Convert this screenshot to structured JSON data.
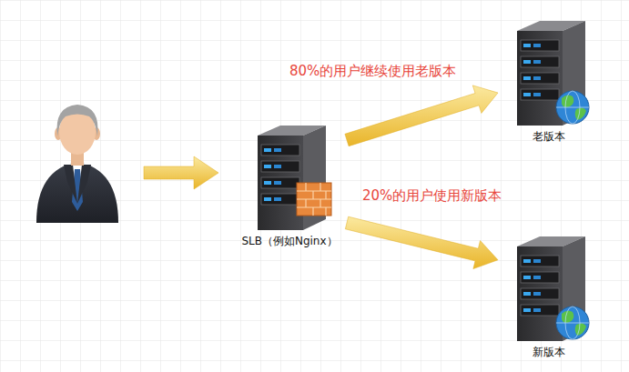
{
  "diagram": {
    "nodes": [
      {
        "text": [
          "SLB（例如Nginx）"
        ]
      },
      {
        "text": [
          "老版本"
        ]
      },
      {
        "text": [
          "新版本"
        ]
      }
    ],
    "edges": [
      {
        "from": 0,
        "to": 1,
        "arrow": "to",
        "label": "80%的用户继续使用老版本"
      },
      {
        "from": 0,
        "to": 2,
        "arrow": "to",
        "label": "20%的用户使用新版本"
      }
    ]
  }
}
